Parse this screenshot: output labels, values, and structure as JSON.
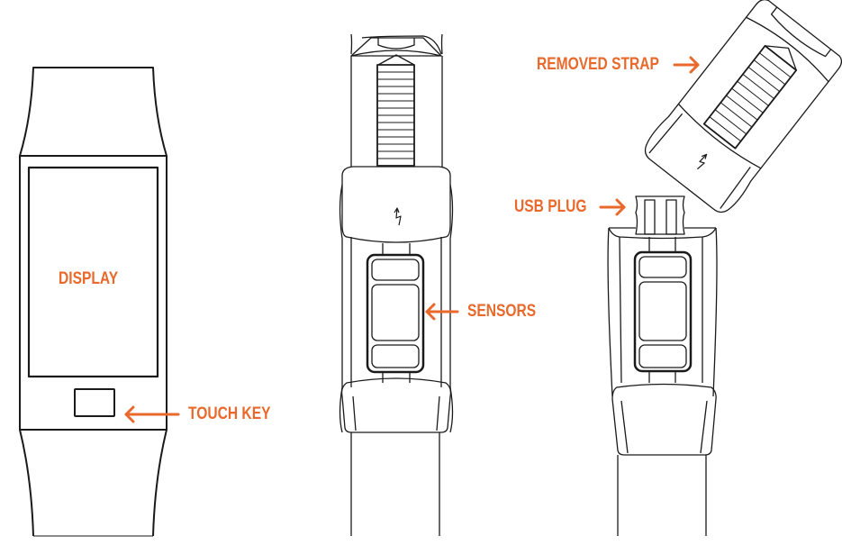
{
  "diagram": {
    "accent_color": "#e8692b",
    "line_color": "#1a1a1a",
    "views": [
      {
        "id": "front",
        "description": "front view of fitness band"
      },
      {
        "id": "back",
        "description": "back view of fitness band"
      },
      {
        "id": "disassembled",
        "description": "back view with strap removed"
      }
    ]
  },
  "labels": {
    "display": "DISPLAY",
    "touch_key": "TOUCH KEY",
    "sensors": "SENSORS",
    "removed_strap": "REMOVED STRAP",
    "usb_plug": "USB PLUG"
  },
  "icons": {
    "charge": "charging-bolt-icon"
  }
}
